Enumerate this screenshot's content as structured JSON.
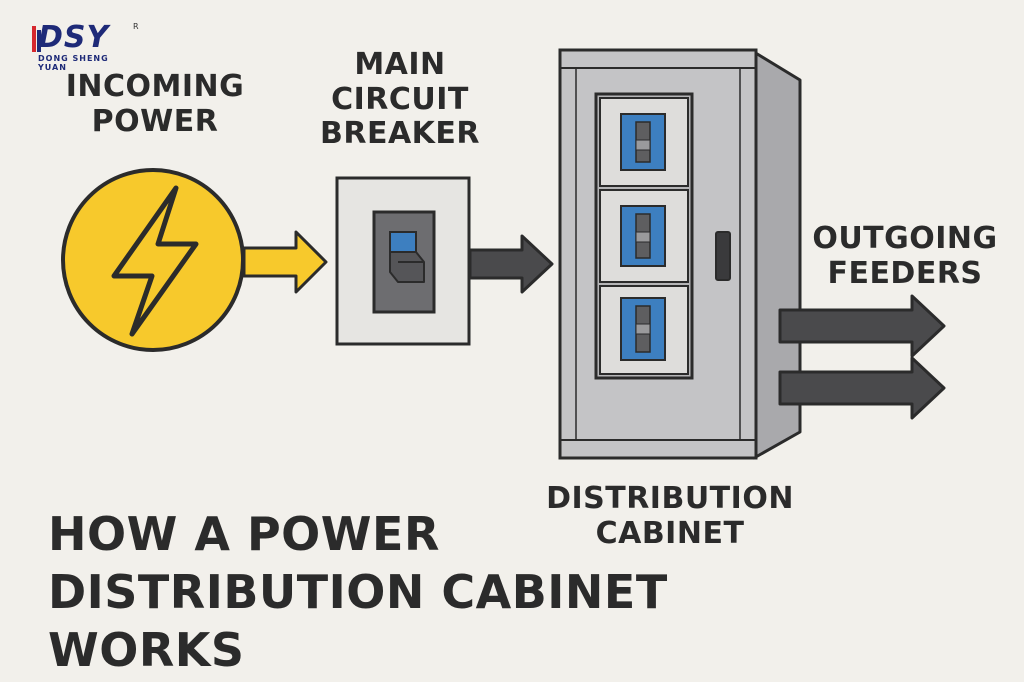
{
  "logo": {
    "mark": "DSY",
    "company": "DONG SHENG YUAN",
    "registered": "R",
    "icon": "logo-icon"
  },
  "labels": {
    "incoming": [
      "INCOMING",
      "POWER"
    ],
    "breaker": [
      "MAIN",
      "CIRCUIT",
      "BREAKER"
    ],
    "feeders": [
      "OUTGOING",
      "FEEDERS"
    ],
    "cabinet": [
      "DISTRIBUTION",
      "CABINET"
    ]
  },
  "title": [
    "HOW A POWER",
    "DISTRIBUTION CABINET WORKS"
  ],
  "icons": {
    "power": "lightning-bolt-icon",
    "breaker": "breaker-switch-icon",
    "cabinet": "cabinet-icon",
    "arrow": "arrow-right-icon"
  },
  "colors": {
    "background": "#f2f0eb",
    "power_yellow": "#f7c92c",
    "arrow_dark": "#4a4a4c",
    "cabinet_gray": "#c4c4c6",
    "breaker_blue": "#3d7fc0",
    "outline": "#2b2b2b"
  }
}
